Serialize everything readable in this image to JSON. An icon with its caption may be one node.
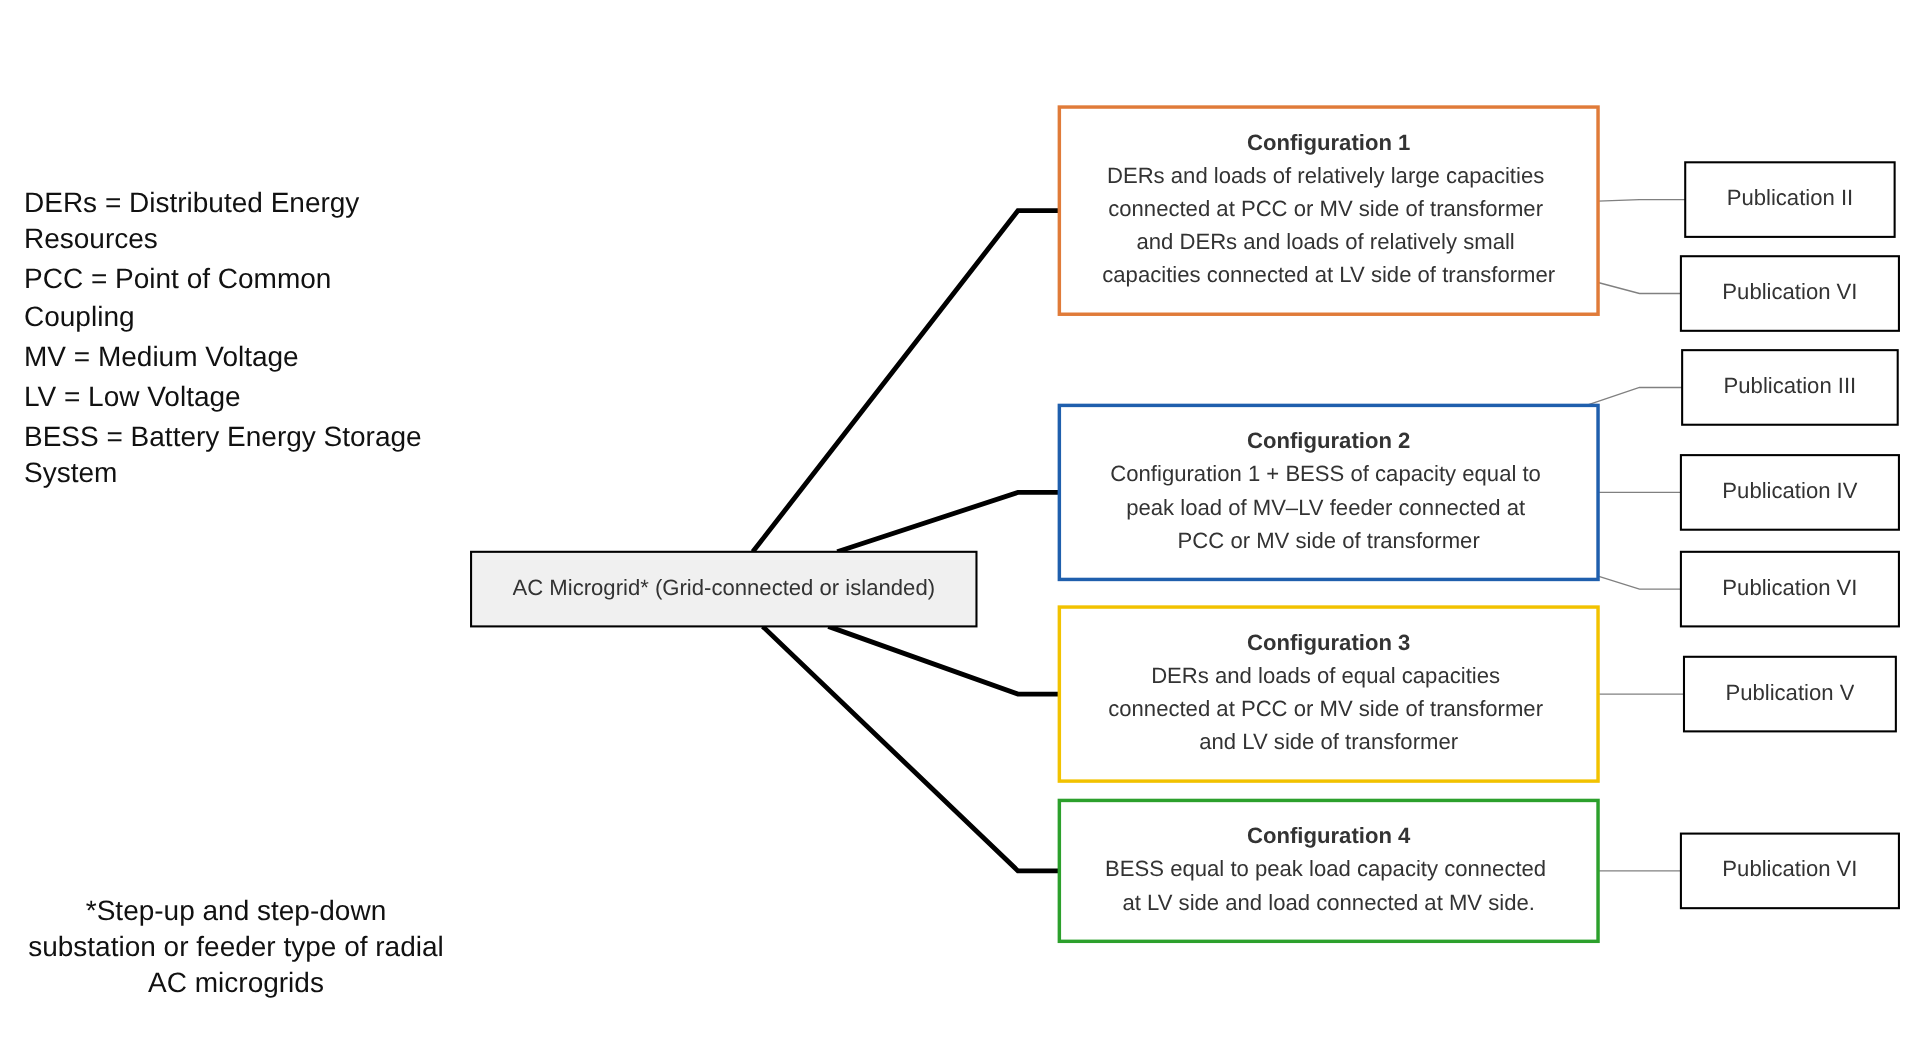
{
  "diagram": {
    "nodes": [
      {
        "text": [
          "AC Microgrid* (Grid-connected or islanded)"
        ]
      },
      {
        "text": [
          "Configuration 1",
          "DERs and loads of relatively large capacities connected at PCC or MV side of transformer and DERs and loads of relatively small capacities connected at LV side of transformer"
        ]
      },
      {
        "text": [
          "Publication II"
        ]
      },
      {
        "text": [
          "Publication VI"
        ]
      },
      {
        "text": [
          "Configuration 2",
          "Configuration 1 + BESS of capacity equal to peak load of MV–LV feeder connected at PCC or MV side of transformer"
        ]
      },
      {
        "text": [
          "Publication III"
        ]
      },
      {
        "text": [
          "Publication IV"
        ]
      },
      {
        "text": [
          "Publication VI"
        ]
      },
      {
        "text": [
          "Configuration 3",
          "DERs and loads of equal capacities connected at PCC or MV side of transformer and LV side of transformer"
        ]
      },
      {
        "text": [
          "Publication V"
        ]
      },
      {
        "text": [
          "Configuration 4",
          "BESS equal to peak load capacity connected at LV side and load connected at MV side."
        ]
      },
      {
        "text": [
          "Publication VI"
        ]
      }
    ],
    "edges": [
      {
        "from": 0,
        "to": 1,
        "arrow": "none",
        "style": "thick",
        "color": "#000000"
      },
      {
        "from": 0,
        "to": 4,
        "arrow": "none",
        "style": "thick",
        "color": "#000000"
      },
      {
        "from": 0,
        "to": 8,
        "arrow": "none",
        "style": "thick",
        "color": "#000000"
      },
      {
        "from": 0,
        "to": 10,
        "arrow": "none",
        "style": "thick",
        "color": "#000000"
      },
      {
        "from": 1,
        "to": 2,
        "arrow": "none"
      },
      {
        "from": 1,
        "to": 3,
        "arrow": "none"
      },
      {
        "from": 4,
        "to": 5,
        "arrow": "none"
      },
      {
        "from": 4,
        "to": 6,
        "arrow": "none"
      },
      {
        "from": 4,
        "to": 7,
        "arrow": "none"
      },
      {
        "from": 8,
        "to": 9,
        "arrow": "none"
      },
      {
        "from": 10,
        "to": 11,
        "arrow": "none"
      }
    ],
    "labels": [
      "DERs = Distributed Energy Resources",
      "PCC = Point of Common Coupling",
      "MV = Medium Voltage",
      "LV = Low Voltage",
      "BESS = Battery Energy Storage System",
      "*Step-up and step-down substation or feeder type of radial AC microgrids"
    ]
  }
}
